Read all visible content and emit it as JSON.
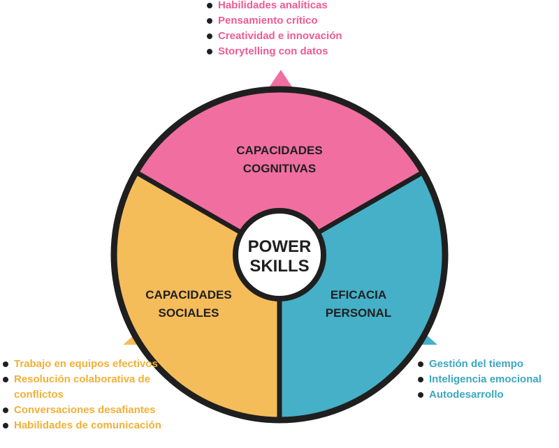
{
  "center": {
    "line1": "POWER",
    "line2": "SKILLS"
  },
  "segments": {
    "cognitive": {
      "title_line1": "CAPACIDADES",
      "title_line2": "COGNITIVAS",
      "color": "#f06fa0"
    },
    "social": {
      "title_line1": "CAPACIDADES",
      "title_line2": "SOCIALES",
      "color": "#f5bc5a"
    },
    "personal": {
      "title_line1": "EFICACIA",
      "title_line2": "PERSONAL",
      "color": "#45b0c8"
    }
  },
  "lists": {
    "cognitive": {
      "color": "#ee5a95",
      "items": [
        "Habilidades analíticas",
        "Pensamiento crítico",
        "Creatividad e innovación",
        "Storytelling con datos"
      ]
    },
    "social": {
      "color": "#f2b035",
      "items": [
        "Trabajo en equipos efectivos",
        "Resolución colaborativa de conflictos",
        "Conversaciones desafiantes",
        "Habilidades de comunicación"
      ]
    },
    "personal": {
      "color": "#3aa7c1",
      "items": [
        "Gestión del tiempo",
        "Inteligencia emocional",
        "Autodesarrollo"
      ]
    }
  },
  "colors": {
    "outline": "#1f1f1f",
    "center_fill": "#ffffff"
  }
}
